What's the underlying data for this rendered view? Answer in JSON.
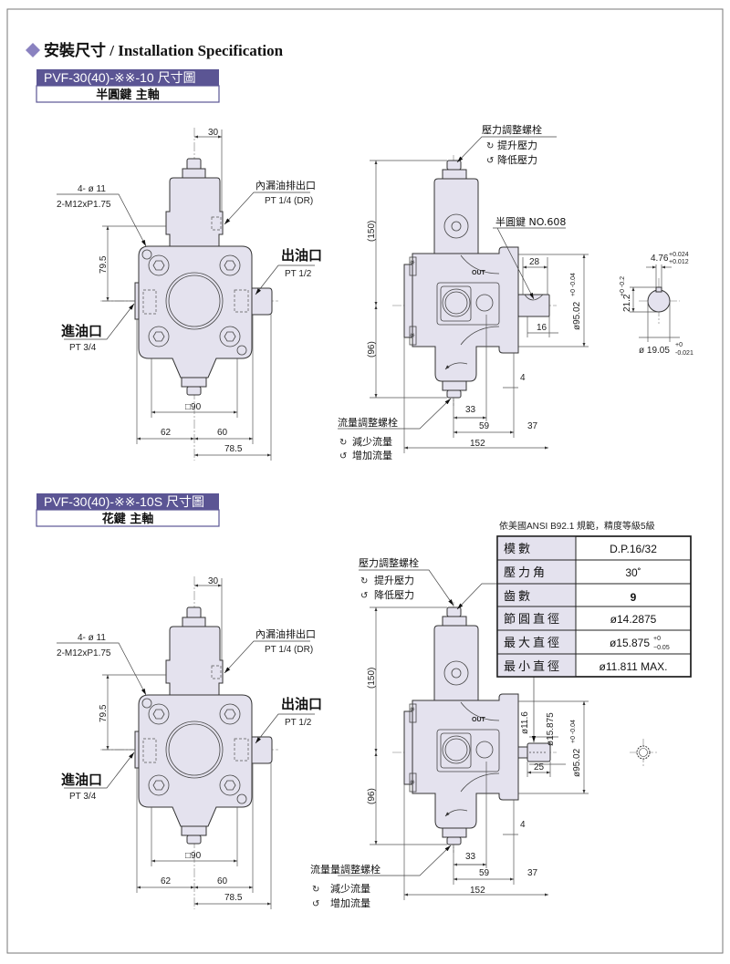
{
  "page_title": "安裝尺寸 / Installation Specification",
  "colors": {
    "accent": "#5b5594",
    "body_fill": "#e4e2ee"
  },
  "section1": {
    "model": "PVF-30(40)-※※-10  尺寸圖",
    "subtitle": "半圓鍵 主軸",
    "front": {
      "bolt_holes": "4- ø 11",
      "bolt_thread": "2-M12xP1.75",
      "drain_label": "內漏油排出口",
      "drain_size": "PT 1/4 (DR)",
      "outlet_label": "出油口",
      "outlet_size": "PT 1/2",
      "inlet_label": "進油口",
      "inlet_size": "PT 3/4",
      "dim_30": "30",
      "dim_79_5": "79.5",
      "dim_sq90": "□90",
      "dim_62": "62",
      "dim_60": "60",
      "dim_78_5": "78.5"
    },
    "side": {
      "pressure_screw": "壓力調整螺栓",
      "raise_pressure": "提升壓力",
      "lower_pressure": "降低壓力",
      "key_label": "半圓鍵 NO.608",
      "out_mark": "OUT",
      "dim_150": "(150)",
      "dim_96": "(96)",
      "dim_28": "28",
      "dim_16": "16",
      "dim_4": "4",
      "dim_33": "33",
      "dim_59": "59",
      "dim_37": "37",
      "dim_152": "152",
      "dim_pilot": "ø95.02",
      "dim_pilot_tol": "+0 -0.04",
      "flow_screw": "流量調整螺栓",
      "reduce_flow": "減少流量",
      "increase_flow": "增加流量"
    },
    "key_detail": {
      "key_width": "4.76",
      "key_width_tol_upper": "+0.024",
      "key_width_tol_lower": "+0.012",
      "key_height": "21.2",
      "key_height_tol": "+0 -0.2",
      "shaft_dia": "ø 19.05",
      "shaft_dia_tol_upper": "+0",
      "shaft_dia_tol_lower": "-0.021"
    }
  },
  "section2": {
    "model": "PVF-30(40)-※※-10S  尺寸圖",
    "subtitle": "花鍵 主軸",
    "front": {
      "bolt_holes": "4- ø 11",
      "bolt_thread": "2-M12xP1.75",
      "drain_label": "內漏油排出口",
      "drain_size": "PT 1/4 (DR)",
      "outlet_label": "出油口",
      "outlet_size": "PT 1/2",
      "inlet_label": "進油口",
      "inlet_size": "PT 3/4",
      "dim_30": "30",
      "dim_79_5": "79.5",
      "dim_sq90": "□90",
      "dim_62": "62",
      "dim_60": "60",
      "dim_78_5": "78.5"
    },
    "side": {
      "pressure_screw": "壓力調整螺栓",
      "raise_pressure": "提升壓力",
      "lower_pressure": "降低壓力",
      "out_mark": "OUT",
      "dim_150": "(150)",
      "dim_96": "(96)",
      "dim_11_6": "ø11.6",
      "dim_15_875": "ø15.875",
      "dim_25": "25",
      "dim_4": "4",
      "dim_33": "33",
      "dim_59": "59",
      "dim_37": "37",
      "dim_152": "152",
      "dim_pilot": "ø95.02",
      "dim_pilot_tol": "+0 -0.04",
      "flow_screw": "流量量調整螺栓",
      "reduce_flow": "減少流量",
      "increase_flow": "增加流量"
    },
    "spline_table": {
      "caption": "依美國ANSI  B92.1 規範，精度等級5級",
      "rows": [
        {
          "label": "模數",
          "value": "D.P.16/32"
        },
        {
          "label": "壓力角",
          "value": "30˚"
        },
        {
          "label": "齒數",
          "value": "9"
        },
        {
          "label": "節圓直徑",
          "value": "ø14.2875"
        },
        {
          "label": "最大直徑",
          "value": "ø15.875",
          "tol_upper": "+0",
          "tol_lower": "−0.05"
        },
        {
          "label": "最小直徑",
          "value": "ø11.811 MAX."
        }
      ]
    }
  }
}
